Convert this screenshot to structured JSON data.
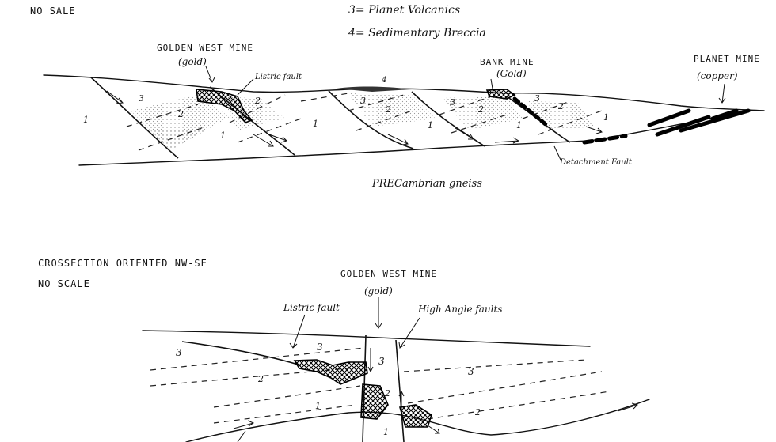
{
  "header": {
    "no_scale_top": "NO SALE",
    "legend_3": "3= Planet Volcanics",
    "legend_4": "4= Sedimentary Breccia"
  },
  "upper_section": {
    "golden_west_mine": "GOLDEN WEST MINE",
    "golden_west_commodity": "(gold)",
    "listric_fault": "Listric fault",
    "bank_mine": "BANK MINE",
    "bank_commodity": "(Gold)",
    "planet_mine": "PLANET MINE",
    "planet_commodity": "(copper)",
    "detachment_fault": "Detachment Fault",
    "basement": "PRECambrian gneiss",
    "unit_labels": [
      "1",
      "3",
      "2",
      "1",
      "2",
      "1",
      "3",
      "2",
      "1",
      "3",
      "2",
      "1",
      "4",
      "3",
      "2",
      "1"
    ]
  },
  "lower_section": {
    "title": "CROSSECTION ORIENTED NW-SE",
    "no_scale": "NO SCALE",
    "golden_west_mine": "GOLDEN WEST MINE",
    "golden_west_commodity": "(gold)",
    "listric_fault": "Listric fault",
    "high_angle_faults": "High Angle faults",
    "unit_labels": [
      "3",
      "3",
      "2",
      "1",
      "3",
      "2",
      "1",
      "3",
      "2"
    ]
  }
}
